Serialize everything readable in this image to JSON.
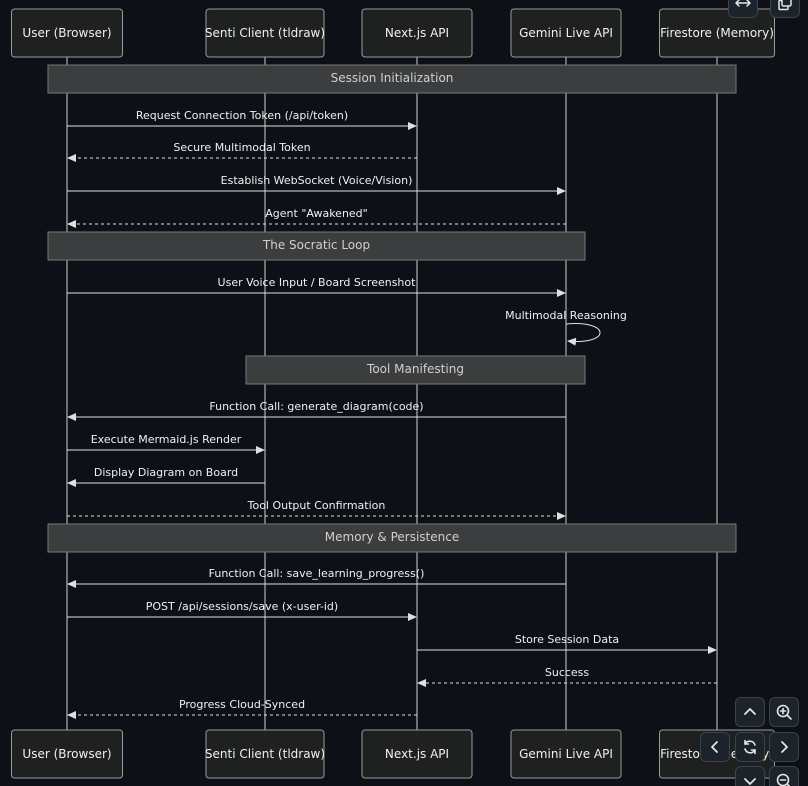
{
  "diagram": {
    "participants": [
      {
        "id": "user",
        "label": "User (Browser)"
      },
      {
        "id": "client",
        "label": "Senti Client (tldraw)"
      },
      {
        "id": "api",
        "label": "Next.js API"
      },
      {
        "id": "gemini",
        "label": "Gemini Live API"
      },
      {
        "id": "firestore",
        "label": "Firestore (Memory)"
      }
    ],
    "events": [
      {
        "kind": "note",
        "label": "Session Initialization",
        "from": "user",
        "to": "firestore"
      },
      {
        "kind": "message",
        "label": "Request Connection Token (/api/token)",
        "from": "user",
        "to": "api",
        "style": "solid"
      },
      {
        "kind": "message",
        "label": "Secure Multimodal Token",
        "from": "api",
        "to": "user",
        "style": "dotted"
      },
      {
        "kind": "message",
        "label": "Establish WebSocket (Voice/Vision)",
        "from": "user",
        "to": "gemini",
        "style": "solid"
      },
      {
        "kind": "message",
        "label": "Agent \"Awakened\"",
        "from": "gemini",
        "to": "user",
        "style": "dotted"
      },
      {
        "kind": "note",
        "label": "The Socratic Loop",
        "from": "user",
        "to": "gemini"
      },
      {
        "kind": "message",
        "label": "User Voice Input / Board Screenshot",
        "from": "user",
        "to": "gemini",
        "style": "solid"
      },
      {
        "kind": "self",
        "label": "Multimodal Reasoning",
        "from": "gemini",
        "to": "gemini",
        "style": "solid"
      },
      {
        "kind": "note",
        "label": "Tool Manifesting",
        "from": "client",
        "to": "gemini"
      },
      {
        "kind": "message",
        "label": "Function Call: generate_diagram(code)",
        "from": "gemini",
        "to": "user",
        "style": "solid"
      },
      {
        "kind": "message",
        "label": "Execute Mermaid.js Render",
        "from": "user",
        "to": "client",
        "style": "solid"
      },
      {
        "kind": "message",
        "label": "Display Diagram on Board",
        "from": "client",
        "to": "user",
        "style": "solid"
      },
      {
        "kind": "message",
        "label": "Tool Output Confirmation",
        "from": "user",
        "to": "gemini",
        "style": "dotted"
      },
      {
        "kind": "note",
        "label": "Memory & Persistence",
        "from": "user",
        "to": "firestore"
      },
      {
        "kind": "message",
        "label": "Function Call: save_learning_progress()",
        "from": "gemini",
        "to": "user",
        "style": "solid"
      },
      {
        "kind": "message",
        "label": "POST /api/sessions/save (x-user-id)",
        "from": "user",
        "to": "api",
        "style": "solid"
      },
      {
        "kind": "message",
        "label": "Store Session Data",
        "from": "api",
        "to": "firestore",
        "style": "solid"
      },
      {
        "kind": "message",
        "label": "Success",
        "from": "firestore",
        "to": "api",
        "style": "dotted"
      },
      {
        "kind": "message",
        "label": "Progress Cloud-Synced",
        "from": "api",
        "to": "user",
        "style": "dotted"
      }
    ]
  },
  "controls": {
    "top": [
      {
        "name": "expand-horizontal-icon"
      },
      {
        "name": "copy-icon"
      }
    ],
    "bottom": [
      {
        "name": "chevron-up-icon"
      },
      {
        "name": "zoom-in-icon"
      },
      {
        "name": "chevron-left-icon"
      },
      {
        "name": "reset-icon"
      },
      {
        "name": "chevron-right-icon"
      },
      {
        "name": "chevron-down-icon"
      },
      {
        "name": "zoom-out-icon"
      }
    ]
  }
}
